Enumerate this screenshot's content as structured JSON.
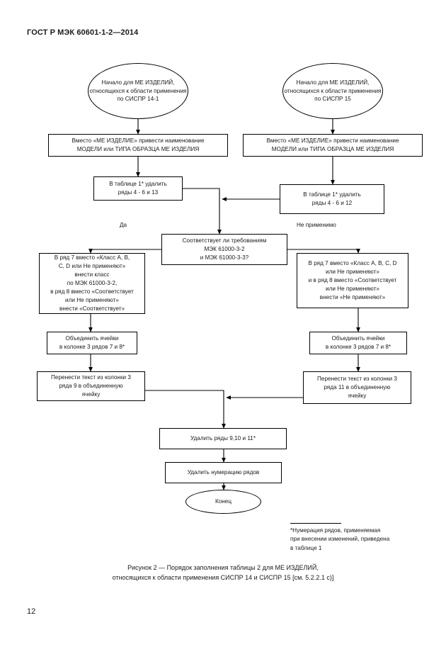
{
  "document": {
    "header": "ГОСТ Р МЭК 60601-1-2—2014",
    "page_number": "12",
    "caption": "Рисунок 2 — Порядок заполнения таблицы 2 для МЕ ИЗДЕЛИЙ,\nотносящихся к области применения  СИСПР 14  и СИСПР 15 [см. 5.2.2.1 c)]",
    "footnote": "*Нумерация рядов, применяемая\nпри внесении изменений, приведена\nв таблице 1"
  },
  "flowchart": {
    "start_left": "Начало\nдля МЕ ИЗДЕЛИЙ,\nотносящихся к области\nприменения\nпо СИСПР 14-1",
    "start_right": "Начало\nдля МЕ ИЗДЕЛИЙ,\nотносящихся к области\nприменения\nпо СИСПР 15",
    "replace_left": "Вместо «МЕ ИЗДЕЛИЕ» привести наименование\nМОДЕЛИ или ТИПА ОБРАЗЦА МЕ ИЗДЕЛИЯ",
    "replace_right": "Вместо «МЕ ИЗДЕЛИЕ» привести наименование\nМОДЕЛИ или ТИПА ОБРАЗЦА МЕ ИЗДЕЛИЯ",
    "delete_rows_left": "В таблице 1* удалить\nряды 4 - 6 и 13",
    "delete_rows_right": "В таблице 1* удалить\nряды 4 - 6 и 12",
    "decision": "Соответствует ли требованиям\nМЭК 61000-3-2\nи МЭК 61000-3-3?",
    "branch_label_yes": "Да",
    "branch_label_na": "Не применимо",
    "action_yes": "В ряд 7 вместо «Класс А, В,\nС, D или Не применяют»\nвнести класс\nпо МЭК 61000-3-2,\nв ряд 8 вместо «Соответствует\nили Не применяют»\nвнести «Соответствует»",
    "action_na": "В ряд 7 вместо «Класс А, В, С, D\nили Не применяют»\nи в ряд 8 вместо «Соответствует\nили Не применяют»\nвнести «Не применяют»",
    "merge_left": "Объединить ячейки\nв колонке 3 рядов 7 и 8*",
    "merge_right": "Объединить ячейки\nв колонке 3 рядов 7 и 8*",
    "transfer_left": "Перенести текст из колонки 3\nряда 9 в объединенную\nячейку",
    "transfer_right": "Перенести текст из колонки 3\nряда 11 в объединенную\nячейку",
    "delete_rows_final": "Удалить ряды 9,10 и 11*",
    "delete_numbering": "Удалить нумерацию рядов",
    "end": "Конец"
  }
}
